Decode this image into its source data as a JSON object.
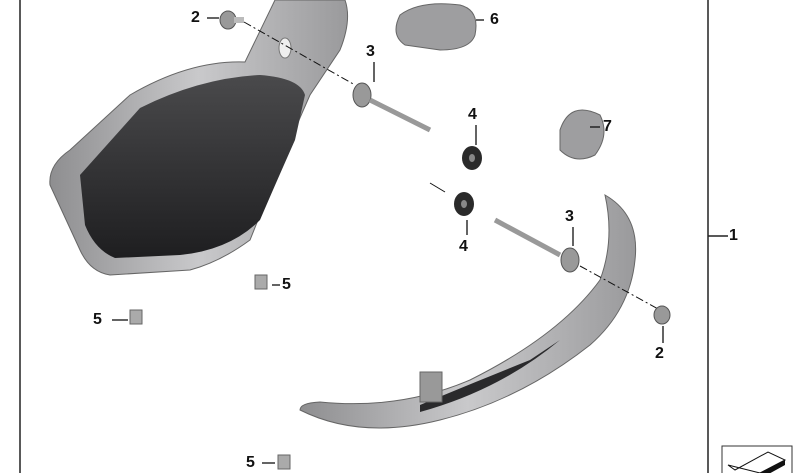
{
  "callouts": {
    "c1": "1",
    "c2a": "2",
    "c2b": "2",
    "c3a": "3",
    "c3b": "3",
    "c4a": "4",
    "c4b": "4",
    "c5a": "5",
    "c5b": "5",
    "c5c": "5",
    "c6": "6",
    "c7": "7"
  },
  "colors": {
    "line": "#111111",
    "part_light": "#a9a9ab",
    "part_dark": "#2e2e30"
  }
}
